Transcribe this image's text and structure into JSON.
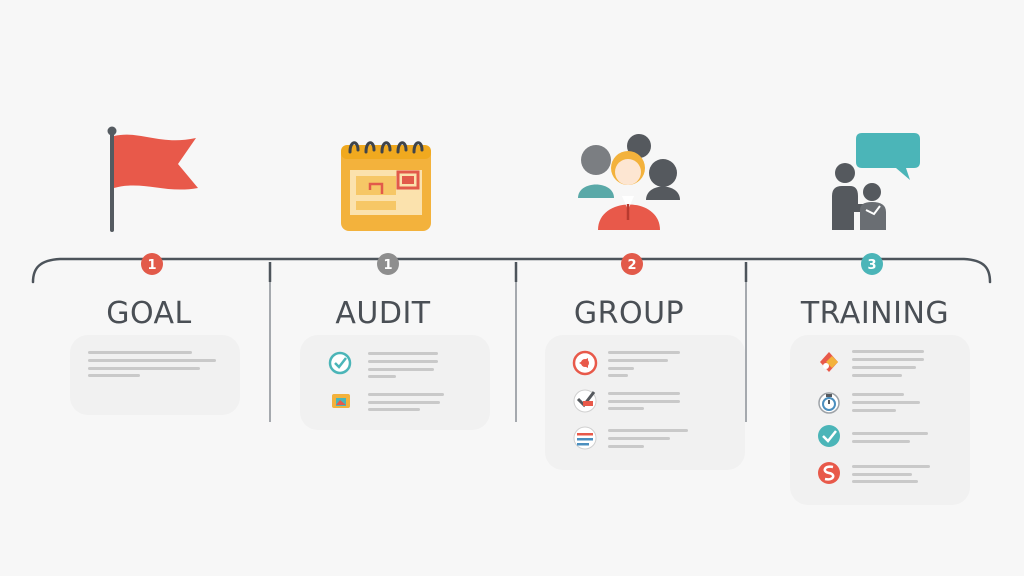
{
  "steps": [
    {
      "title": "GOAL",
      "number": "1",
      "marker_color": "#e25a4a",
      "icon": "flag-icon"
    },
    {
      "title": "AUDIT",
      "number": "1",
      "marker_color": "#8e8e8e",
      "icon": "calendar-icon"
    },
    {
      "title": "GROUP",
      "number": "2",
      "marker_color": "#e25a4a",
      "icon": "team-icon"
    },
    {
      "title": "TRAINING",
      "number": "3",
      "marker_color": "#4bb5b8",
      "icon": "coaching-icon"
    }
  ],
  "colors": {
    "line": "#4d545b",
    "text": "#4a4f55",
    "red": "#e25a4a",
    "orange": "#f3b23c",
    "teal": "#4bb5b8",
    "gray_icon": "#6a6e73",
    "placeholder_bar": "#c9c9c9"
  },
  "list_icons": {
    "audit": [
      "check-circle-icon",
      "folder-image-icon"
    ],
    "group": [
      "target-icon",
      "pen-check-icon",
      "document-icon"
    ],
    "training": [
      "puzzle-icon",
      "stopwatch-icon",
      "check-circle-icon",
      "swirl-icon"
    ]
  }
}
